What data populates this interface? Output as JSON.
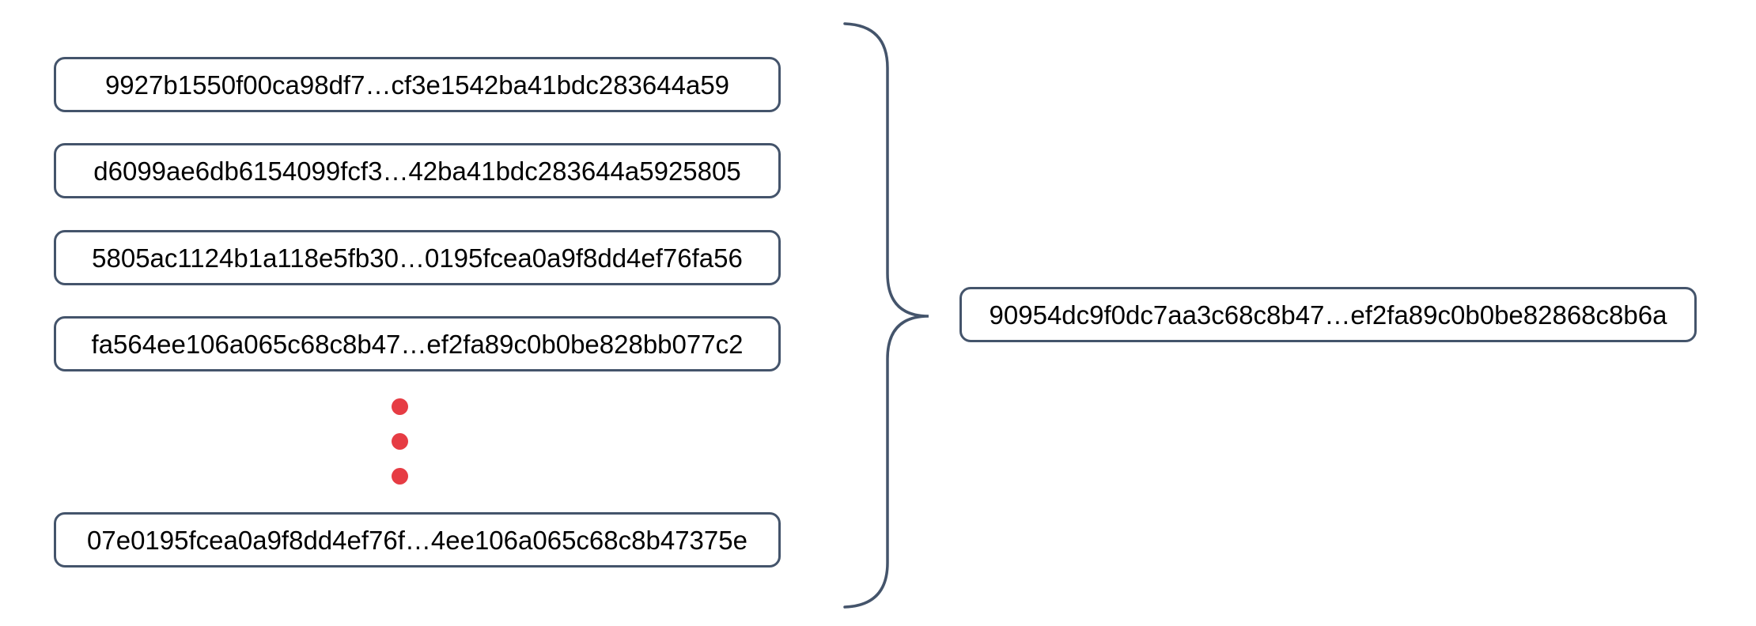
{
  "colors": {
    "stroke": "#44546b",
    "dot_red": "#e63c44",
    "text": "#000000",
    "bg": "#ffffff"
  },
  "hash_list": [
    "9927b1550f00ca98df7…cf3e1542ba41bdc283644a59",
    "d6099ae6db6154099fcf3…42ba41bdc283644a5925805",
    "5805ac1124b1a118e5fb30…0195fcea0a9f8dd4ef76fa56",
    "fa564ee106a065c68c8b47…ef2fa89c0b0be828bb077c2",
    "07e0195fcea0a9f8dd4ef76f…4ee106a065c68c8b47375e"
  ],
  "result_hash": "90954dc9f0dc7aa3c68c8b47…ef2fa89c0b0be82868c8b6a",
  "ellipsis_dot_count": 3
}
